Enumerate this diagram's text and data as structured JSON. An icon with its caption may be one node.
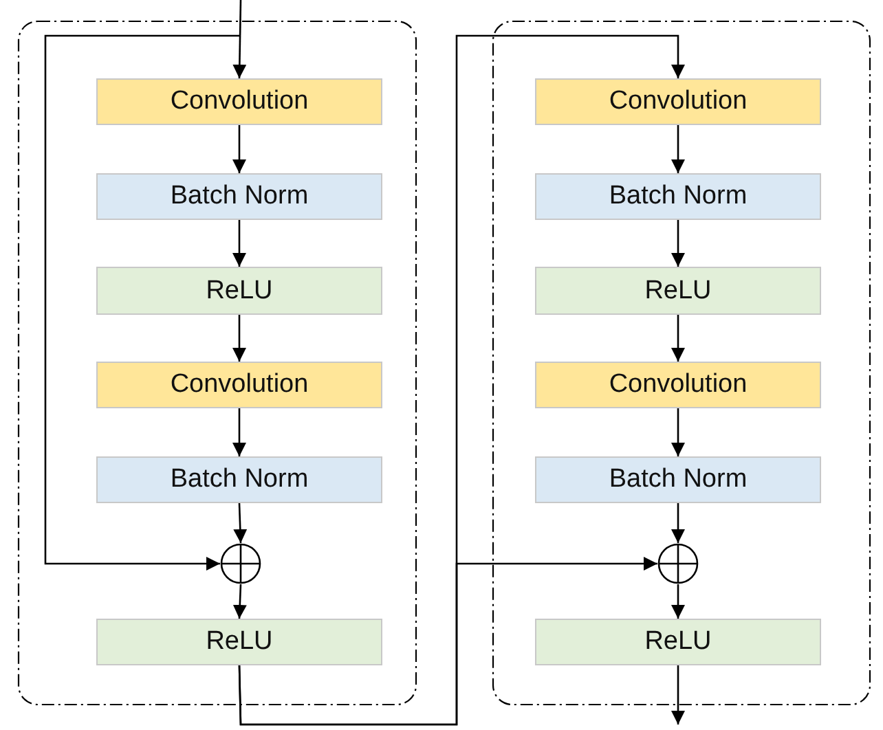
{
  "diagram": {
    "nodes": [
      {
        "text": [],
        "shape": "box"
      },
      {
        "text": [
          "Convolution"
        ],
        "in": 0
      },
      {
        "text": [
          "Batch Norm"
        ],
        "in": 0
      },
      {
        "text": [
          "ReLU"
        ],
        "in": 0
      },
      {
        "text": [
          "Convolution"
        ],
        "in": 0
      },
      {
        "text": [
          "Batch Norm"
        ],
        "in": 0
      },
      {
        "text": [],
        "shape": "circle",
        "in": 0
      },
      {
        "text": [
          "ReLU"
        ],
        "in": 0
      },
      {
        "text": [],
        "shape": "box"
      },
      {
        "text": [
          "Convolution"
        ],
        "in": 8
      },
      {
        "text": [
          "Batch Norm"
        ],
        "in": 8
      },
      {
        "text": [
          "ReLU"
        ],
        "in": 8
      },
      {
        "text": [
          "Convolution"
        ],
        "in": 8
      },
      {
        "text": [
          "Batch Norm"
        ],
        "in": 8
      },
      {
        "text": [],
        "shape": "circle",
        "in": 8
      },
      {
        "text": [
          "ReLU"
        ],
        "in": 8
      }
    ],
    "edges": [
      {
        "from": null,
        "to": 1,
        "arrow": "to"
      },
      {
        "from": null,
        "to": 6,
        "arrow": "to"
      },
      {
        "from": 1,
        "to": 2,
        "arrow": "to"
      },
      {
        "from": 2,
        "to": 3,
        "arrow": "to"
      },
      {
        "from": 3,
        "to": 4,
        "arrow": "to"
      },
      {
        "from": 4,
        "to": 5,
        "arrow": "to"
      },
      {
        "from": 5,
        "to": 6,
        "arrow": "to"
      },
      {
        "from": 6,
        "to": 7,
        "arrow": "to"
      },
      {
        "from": 7,
        "to": 9,
        "arrow": "to"
      },
      {
        "from": 7,
        "to": 14,
        "arrow": "to"
      },
      {
        "from": 9,
        "to": 10,
        "arrow": "to"
      },
      {
        "from": 10,
        "to": 11,
        "arrow": "to"
      },
      {
        "from": 11,
        "to": 12,
        "arrow": "to"
      },
      {
        "from": 12,
        "to": 13,
        "arrow": "to"
      },
      {
        "from": 13,
        "to": 14,
        "arrow": "to"
      },
      {
        "from": 14,
        "to": 15,
        "arrow": "to"
      },
      {
        "from": 15,
        "to": null,
        "arrow": "to"
      }
    ]
  }
}
